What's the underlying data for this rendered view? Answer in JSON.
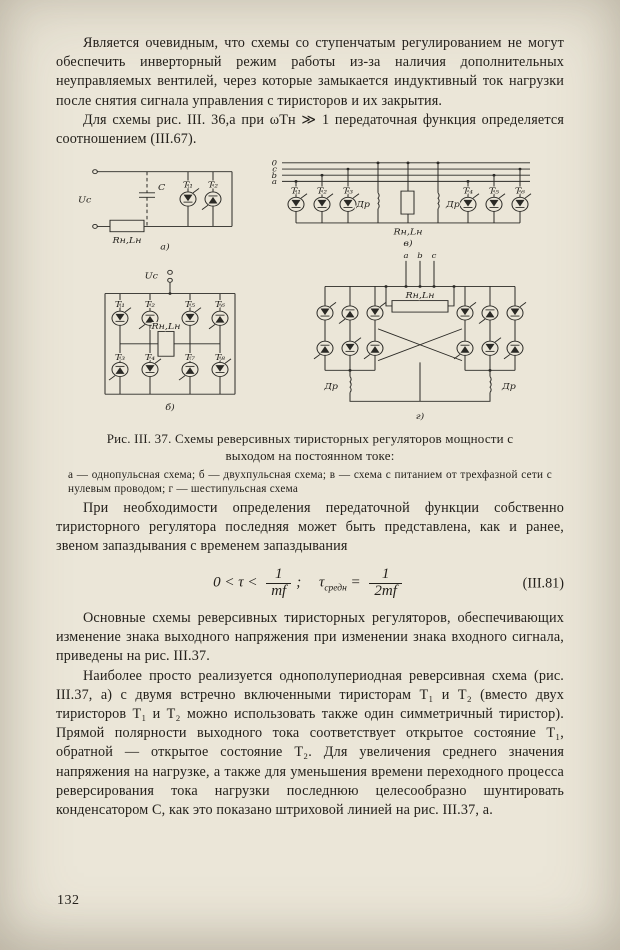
{
  "page": {
    "number": "132"
  },
  "content": {
    "p1": "Является очевидным, что схемы со ступенчатым регулированием не могут обеспечить инверторный режим работы из-за наличия дополнительных неуправляемых вентилей, через которые замыкается индуктивный ток нагрузки после снятия сигнала управления с тиристоров и их закрытия.",
    "p2": "Для схемы рис. III. 36,а при ωTн ≫ 1 передаточная функция определяется соотношением (III.67).",
    "p3": "При необходимости определения передаточной функции собственно тиристорного регулятора последняя может быть представлена, как и ранее, звеном запаздывания с временем запаздывания",
    "p4": "Основные схемы реверсивных тиристорных регуляторов, обеспечивающих изменение знака выходного напряжения при изменении знака входного сигнала, приведены на рис. III.37.",
    "p5": "Наиболее просто реализуется однополупериодная реверсивная схема (рис. III.37, а) с двумя встречно включенными тиристорам T₁ и T₂ (вместо двух тиристоров T₁ и T₂ можно использовать также один симметричный тиристор). Прямой полярности выходного тока соответствует открытое состояние T₁, обратной — открытое состояние T₂. Для увеличения среднего значения напряжения на нагрузке, а также для уменьшения времени переходного процесса реверсирования тока нагрузки последнюю целесообразно шунтировать конденсатором C, как это показано штриховой линией на рис. III.37, а."
  },
  "figure": {
    "caption": "Рис. III. 37. Схемы реверсивных тиристорных регуляторов мощности с выходом на постоянном токе:",
    "legend": "а — однопульсная схема; б — двухпульсная схема; в — схема с питанием от трехфазной сети с нулевым проводом; г — шестипульсная схема",
    "labels": {
      "uc": "Uс",
      "cap": "C",
      "t1": "T₁",
      "t2": "T₂",
      "t3": "T₃",
      "t4": "T₄",
      "t5": "T₅",
      "t6": "T₆",
      "t7": "T₇",
      "t8": "T₈",
      "load": "Rн,Lн",
      "dr": "Др",
      "sub_a": "а)",
      "sub_b": "б)",
      "sub_v": "в)",
      "sub_g": "г)",
      "ph0": "0",
      "pha": "a",
      "phb": "b",
      "phc": "c"
    }
  },
  "formula": {
    "lhs": "0 < τ <",
    "f1_num": "1",
    "f1_den": "mf",
    "sep": ";",
    "tau": "τ",
    "tau_sub": "средн",
    "eq": "=",
    "f2_num": "1",
    "f2_den": "2mf",
    "number": "(III.81)"
  }
}
